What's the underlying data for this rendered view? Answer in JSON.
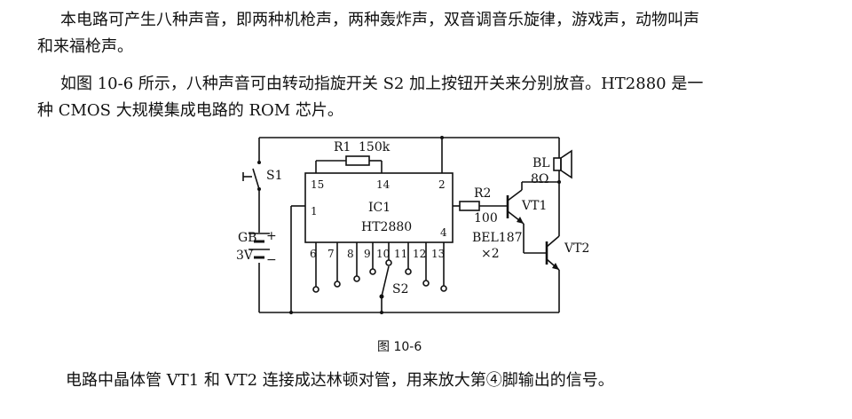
{
  "text": {
    "p1_line1": "本电路可产生八种声音，即两种机枪声，两种轰炸声，双音调音乐旋律，游戏声，动物叫声",
    "p1_line2": "和来福枪声。",
    "p2_line1": "如图 10-6 所示，八种声音可由转动指旋开关 S2 加上按钮开关来分别放音。HT2880 是一",
    "p2_line2": "种 CMOS 大规模集成电路的 ROM 芯片。",
    "p3": "电路中晶体管 VT1 和 VT2 连接成达林顿对管，用来放大第④脚输出的信号。"
  },
  "figure": {
    "caption": "图 10-6",
    "ic_name": "IC1",
    "ic_part": "HT2880",
    "r1_name": "R1",
    "r1_value": "150k",
    "r2_name": "R2",
    "r2_value": "100",
    "switch1": "S1",
    "switch2": "S2",
    "battery_name": "GB",
    "battery_voltage": "3V",
    "battery_plus": "+",
    "battery_minus": "−",
    "speaker_name": "BL",
    "speaker_value": "8Ω",
    "vt1": "VT1",
    "vt2": "VT2",
    "transistor_type": "BEL187",
    "transistor_count": "×2",
    "pins": {
      "p15": "15",
      "p14": "14",
      "p2": "2",
      "p1": "1",
      "p4": "4",
      "p6": "6",
      "p7": "7",
      "p8": "8",
      "p9": "9",
      "p10": "10",
      "p11": "11",
      "p12": "12",
      "p13": "13"
    }
  }
}
